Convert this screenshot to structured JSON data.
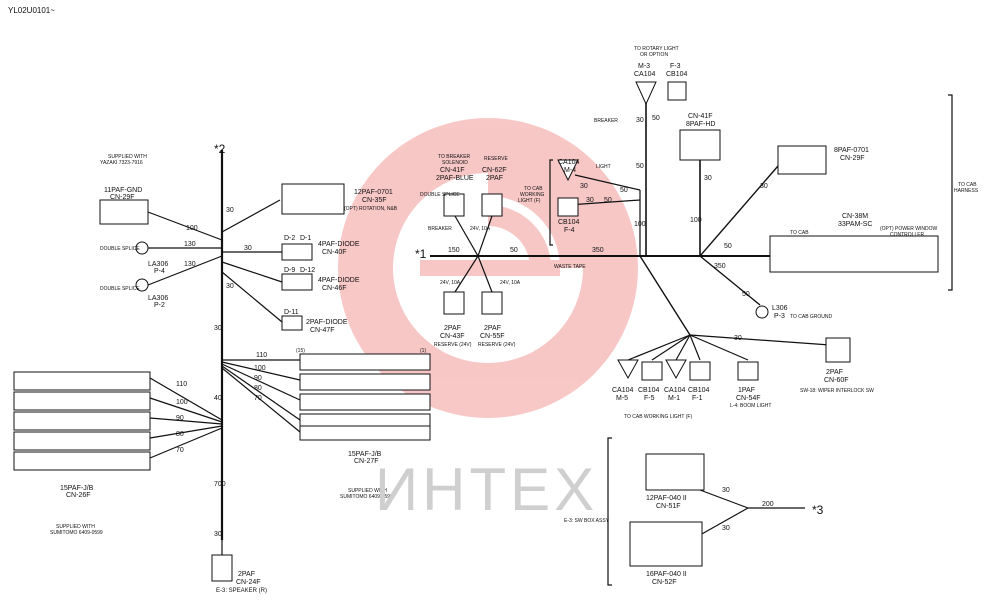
{
  "doc_id": "YL02U0101~",
  "watermark": "ИНТЕХ",
  "markers": {
    "m1": "*1",
    "m2": "*2",
    "m3": "*3"
  },
  "left": {
    "supplied_yazaki_1": "SUPPLIED WITH",
    "supplied_yazaki_2": "YAZAKI 7323-7916",
    "gnd_title": "11PAF-GND",
    "gnd_code": "CN-29F",
    "double_splice": "DOUBLE SPLICE",
    "la306_p4": "LA306",
    "la306_p4b": "P-4",
    "la306_p2": "LA306",
    "la306_p2b": "P-2",
    "w100": "100",
    "w130": "130",
    "w130b": "130",
    "jb_title": "15PAF-J/B",
    "jb_code": "CN-26F",
    "jb_sup1": "SUPPLIED WITH",
    "jb_sup2": "SUMITOMO 6409-0599",
    "jb_w1": "110",
    "jb_w2": "100",
    "jb_w3": "90",
    "jb_w4": "80",
    "jb_w5": "70"
  },
  "trunk_left": {
    "w30a": "30",
    "w30b": "30",
    "w30c": "30",
    "w40": "40",
    "w700": "700",
    "w30d": "30",
    "w110": "110",
    "w100": "100",
    "w90": "90",
    "w80": "80",
    "w70": "70"
  },
  "connectors_mid_left": {
    "c35f_title": "12PAF-0701",
    "c35f_code": "CN-35F",
    "c35f_note": "(OPT) ROTATION, N&B",
    "c40f_d2": "D-2",
    "c40f_d1": "D-1",
    "c40f_title": "4PAF-DIODE",
    "c40f_code": "CN-40F",
    "c46f_d9": "D-9",
    "c46f_d12": "D-12",
    "c46f_title": "4PAF-DIODE",
    "c46f_code": "CN-46F",
    "c47f_d11": "D-11",
    "c47f_title": "2PAF-DIODE",
    "c47f_code": "CN-47F",
    "w30": "30"
  },
  "jb27": {
    "title": "15PAF-J/B",
    "code": "CN-27F",
    "sup1": "SUPPLIED WITH",
    "sup2": "SUMITOMO 6409-0599",
    "pin15": "(15)",
    "pin1": "(1)"
  },
  "speaker": {
    "title": "2PAF",
    "code": "CN-24F",
    "desc": "E-3: SPEAKER (R)"
  },
  "center": {
    "breaker_note1": "TO BREAKER",
    "breaker_note2": "SOLENOID",
    "c41f_code": "CN-41F",
    "c41f_title": "2PAF-BLUE",
    "reserve1": "RESERVE",
    "c62f_code": "CN-62F",
    "c62f_title": "2PAF",
    "double_splice": "DOUBLE SPLICE",
    "breaker_tag": "BREAKER",
    "tag_24v": "24V, 10A",
    "tag_24v_b": "24V, 10A",
    "tag_24v_c": "24V, 10A",
    "w150": "150",
    "w50": "50",
    "w350": "350",
    "w100": "100",
    "waste_tape": "WASTE TAPE",
    "c43f_title": "2PAF",
    "c43f_code": "CN-43F",
    "c43f_desc": "RESERVE (24V)",
    "c55f_title": "2PAF",
    "c55f_code": "CN-55F",
    "c55f_desc": "RESERVE (24V)",
    "to_cab_working1": "TO CAB",
    "to_cab_working2": "WORKING",
    "to_cab_working3": "LIGHT (F)",
    "ca104_m4a": "CA104",
    "ca104_m4b": "M-4",
    "light_tag": "LIGHT",
    "cb104_f4a": "CB104",
    "cb104_f4b": "F-4",
    "w50_a": "50",
    "w50_b": "50",
    "w30_a": "30",
    "w30_b": "30",
    "w50_c": "50"
  },
  "right_top": {
    "to_rotary1": "TO ROTARY LIGHT",
    "to_rotary2": "OR OPTION",
    "m3a": "M-3",
    "m3b": "CA104",
    "f3a": "F-3",
    "f3b": "CB104",
    "breaker_tag": "BREAKER",
    "c41f_code": "CN-41F",
    "c41f_title": "8PAF-HD",
    "c29f_title": "8PAF-0701",
    "c29f_code": "CN-29F",
    "to_cab_harness1": "TO CAB",
    "to_cab_harness2": "HARNESS",
    "w30": "30",
    "w50": "50",
    "w30b": "30",
    "w100": "100",
    "w50b": "50",
    "w30c": "30"
  },
  "right_mid": {
    "c38m_code": "CN-38M",
    "c38m_title": "33PAM-SC",
    "to_cab": "TO CAB",
    "opt_note1": "(OPT) POWER WINDOW",
    "opt_note2": "CONTROLLER",
    "l306a": "L306",
    "l306b": "P-3",
    "cab_ground": "TO CAB GROUND",
    "w350": "350",
    "w50": "50"
  },
  "bottom_right": {
    "ca104_m5a": "CA104",
    "ca104_m5b": "M-5",
    "cb104_f5a": "CB104",
    "cb104_f5b": "F-5",
    "ca104_m1a": "CA104",
    "ca104_m1b": "M-1",
    "cb104_f1a": "CB104",
    "cb104_f1b": "F-1",
    "c54f_title": "1PAF",
    "c54f_code": "CN-54F",
    "c54f_desc": "L-4: BOOM LIGHT",
    "to_cab_working": "TO CAB WORKING LIGHT (F)",
    "c60f_title": "2PAF",
    "c60f_code": "CN-60F",
    "c60f_desc": "SW-18: WIPER INTERLOCK SW",
    "c51f_title": "12PAF-040 II",
    "c51f_code": "CN-51F",
    "c52f_title": "16PAF-040 II",
    "c52f_code": "CN-52F",
    "swbox": "E-3: SW BOX ASSY",
    "w200": "200",
    "w30": "30",
    "w30b": "30",
    "w30c": "30"
  },
  "colors": {
    "line": "#111111",
    "watermark": "#e53935"
  }
}
